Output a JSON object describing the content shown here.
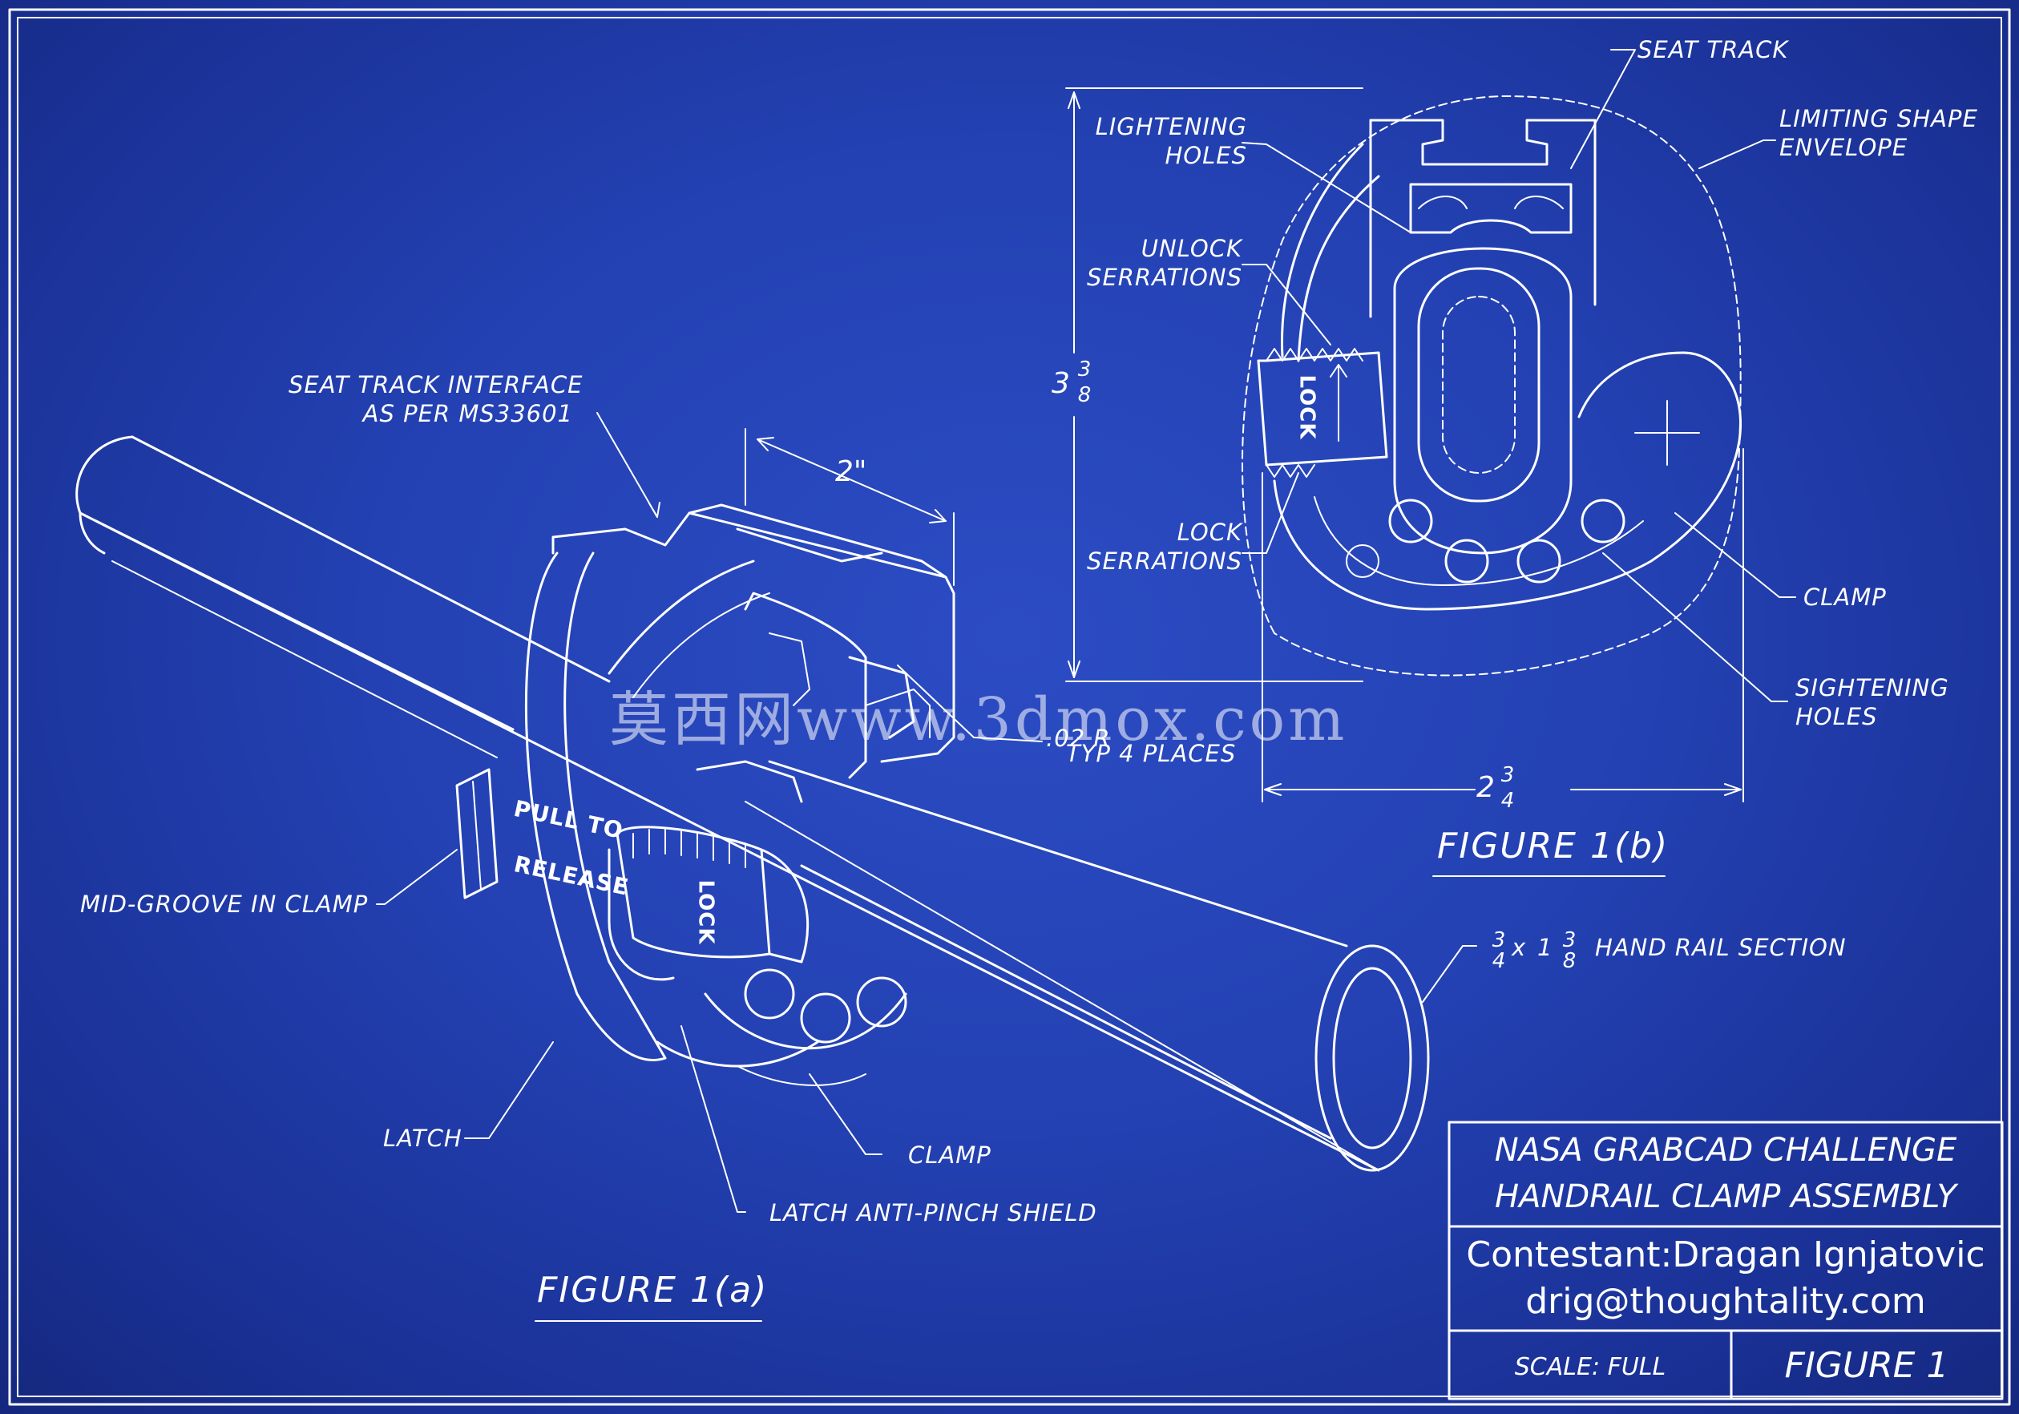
{
  "labels": {
    "seat_track": "SEAT TRACK",
    "limiting_shape_1": "LIMITING SHAPE",
    "limiting_shape_2": "ENVELOPE",
    "lightening_holes_1": "LIGHTENING",
    "lightening_holes_2": "HOLES",
    "unlock_serrations_1": "UNLOCK",
    "unlock_serrations_2": "SERRATIONS",
    "lock_serrations_1": "LOCK",
    "lock_serrations_2": "SERRATIONS",
    "clamp_b": "CLAMP",
    "sightening_holes_1": "SIGHTENING",
    "sightening_holes_2": "HOLES",
    "seat_track_interface_1": "SEAT TRACK INTERFACE",
    "seat_track_interface_2": "AS PER MS33601",
    "radius_1": ".02 R",
    "radius_2": "TYP 4 PLACES",
    "mid_groove": "MID-GROOVE IN CLAMP",
    "latch": "LATCH",
    "clamp_a": "CLAMP",
    "anti_pinch": "LATCH ANTI-PINCH SHIELD",
    "hand_rail_section": "HAND RAIL SECTION",
    "hand_rail_x": "x",
    "pull_to": "PULL TO",
    "release": "RELEASE",
    "lock": "LOCK"
  },
  "dimensions": {
    "width_a": "2\"",
    "height_b_whole": "3",
    "height_b_num": "3",
    "height_b_den": "8",
    "width_b_whole": "2",
    "width_b_num": "3",
    "width_b_den": "4",
    "rail_a_num": "3",
    "rail_a_den": "4",
    "rail_b_whole": "1",
    "rail_b_num": "3",
    "rail_b_den": "8"
  },
  "figures": {
    "fig_a": "FIGURE 1(a)",
    "fig_b": "FIGURE 1(b)"
  },
  "title_block": {
    "title_1": "NASA GRABCAD CHALLENGE",
    "title_2": "HANDRAIL CLAMP ASSEMBLY",
    "contestant": "Contestant:Dragan Ignjatovic",
    "email": "drig@thoughtality.com",
    "scale": "SCALE: FULL",
    "figure": "FIGURE 1"
  },
  "watermark": "莫西网www.3dmox.com",
  "colors": {
    "background": "#2341b2",
    "lines": "#ffffff"
  }
}
